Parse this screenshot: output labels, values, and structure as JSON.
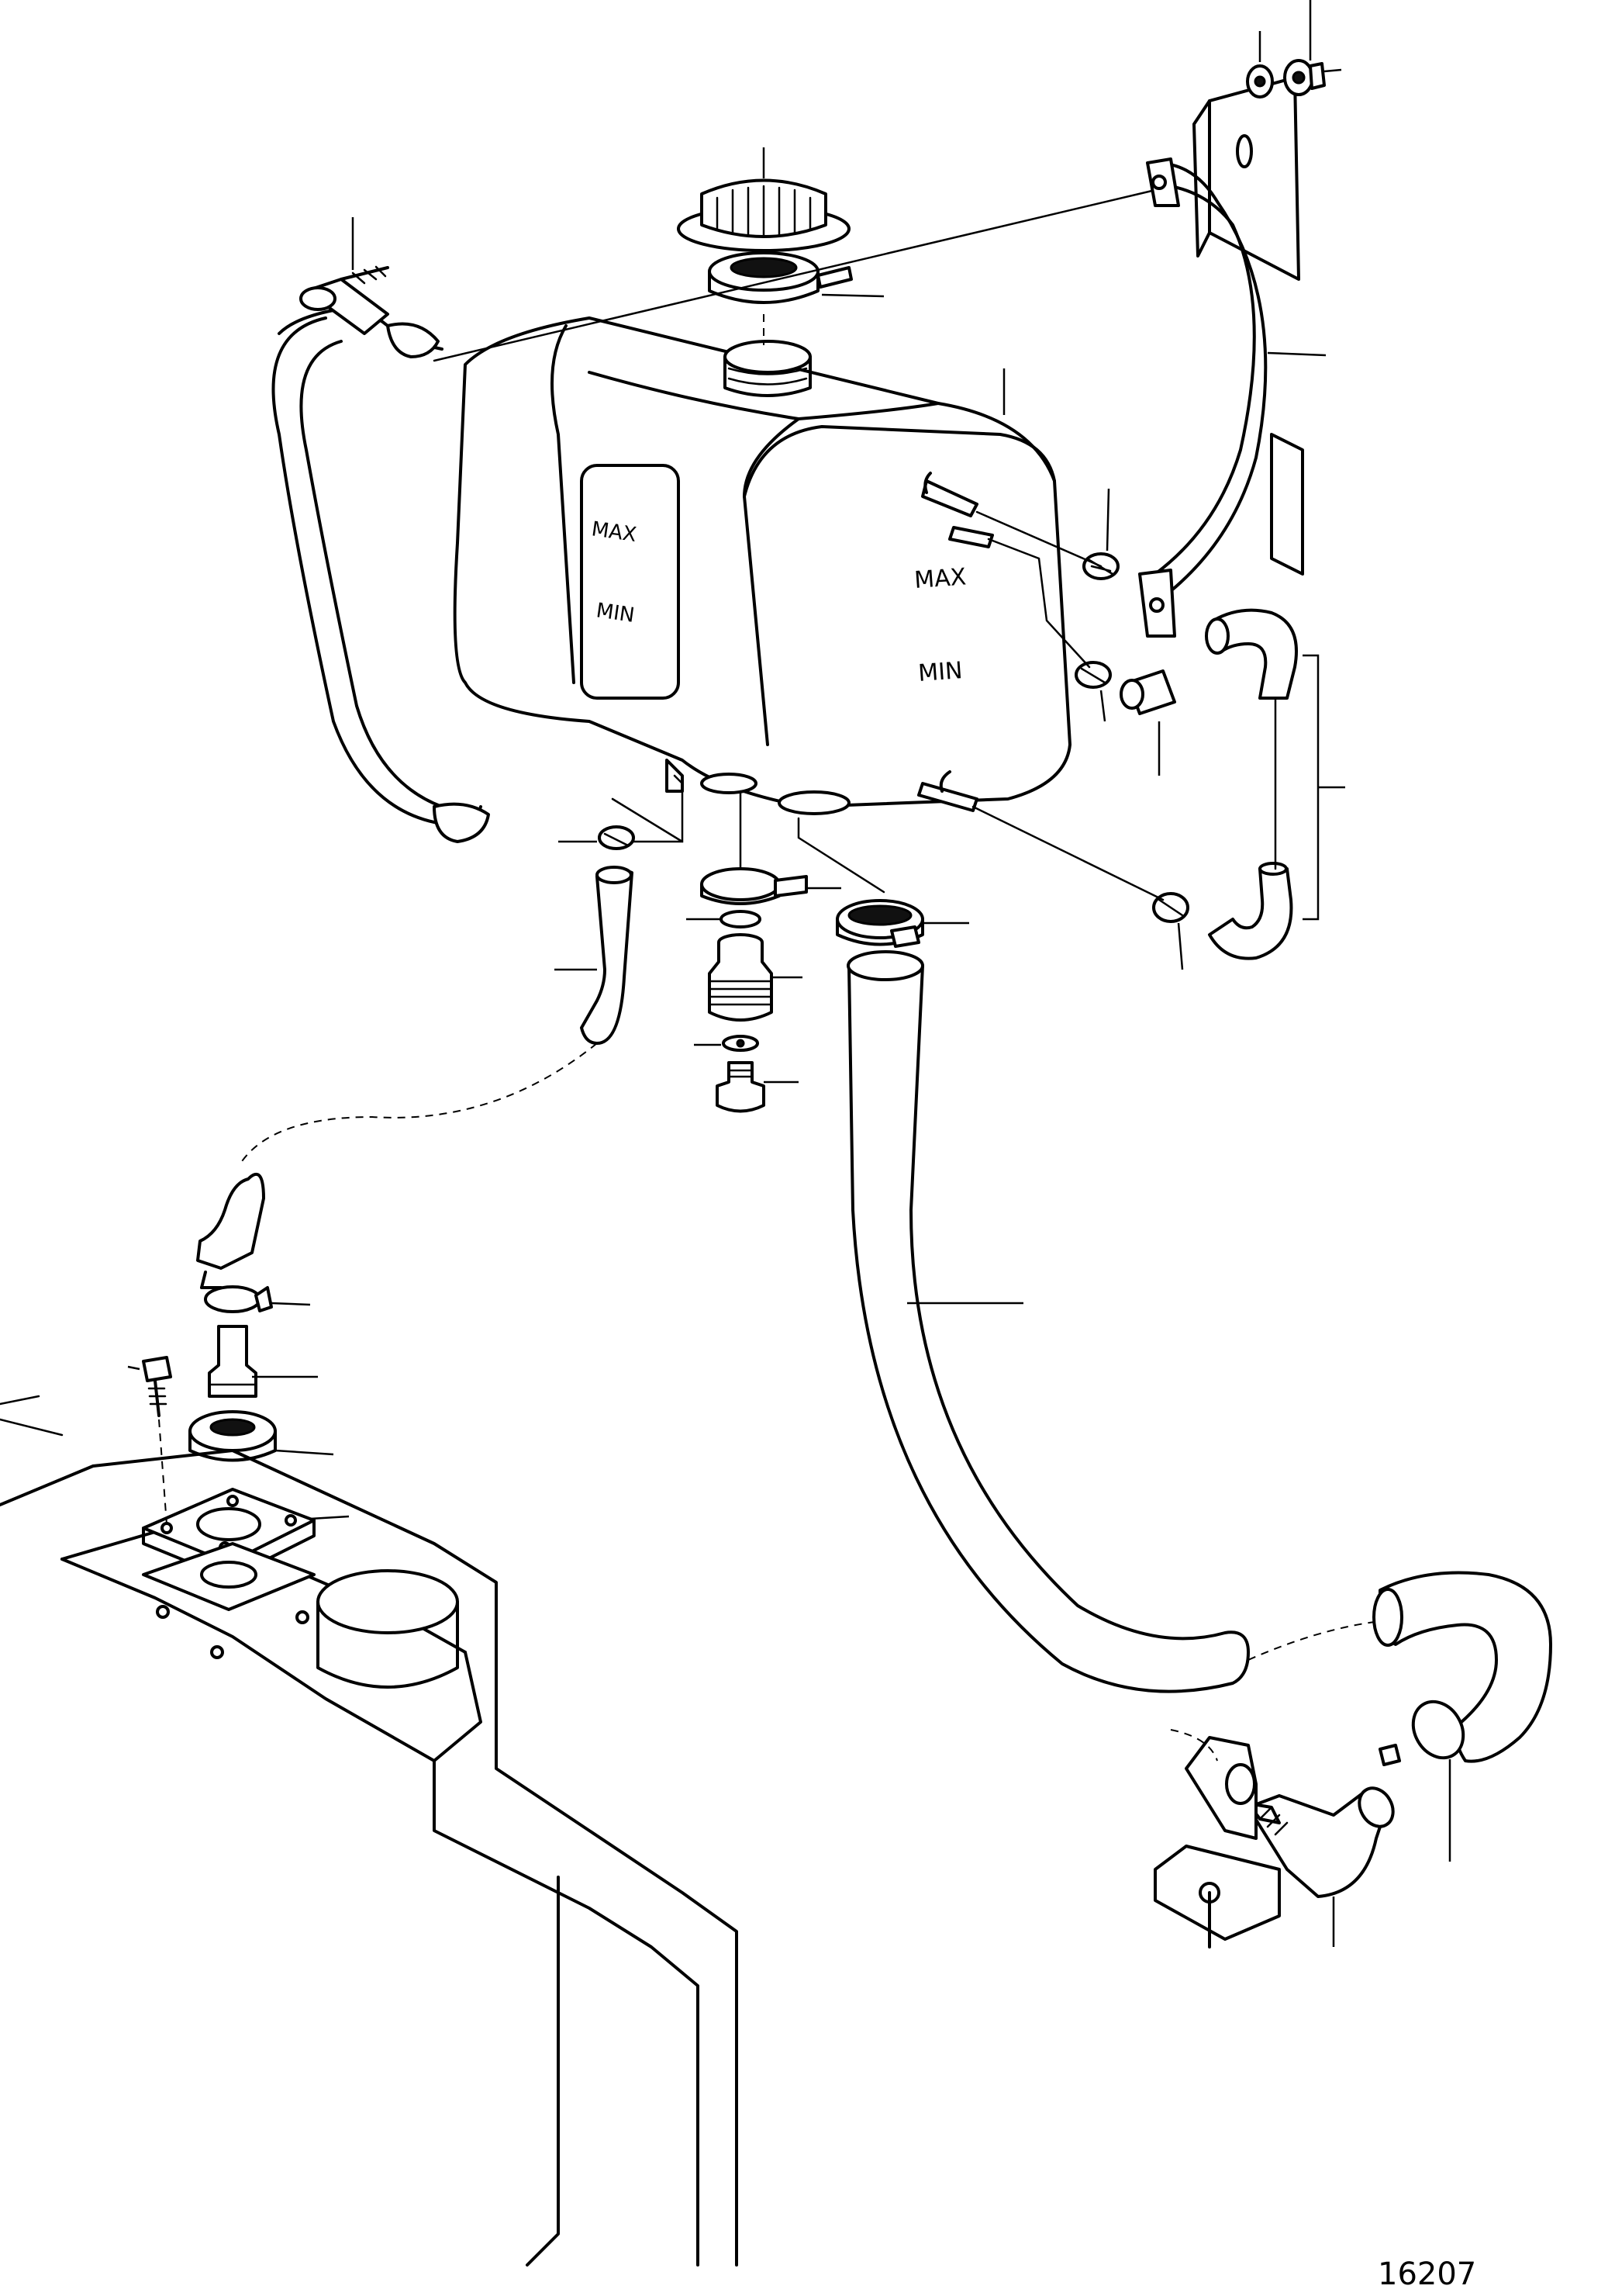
{
  "diagram": {
    "figure_number": "16207",
    "tank_markings": {
      "front_max": "MAX",
      "front_min": "MIN",
      "side_max": "MAX",
      "side_min": "MIN"
    }
  }
}
